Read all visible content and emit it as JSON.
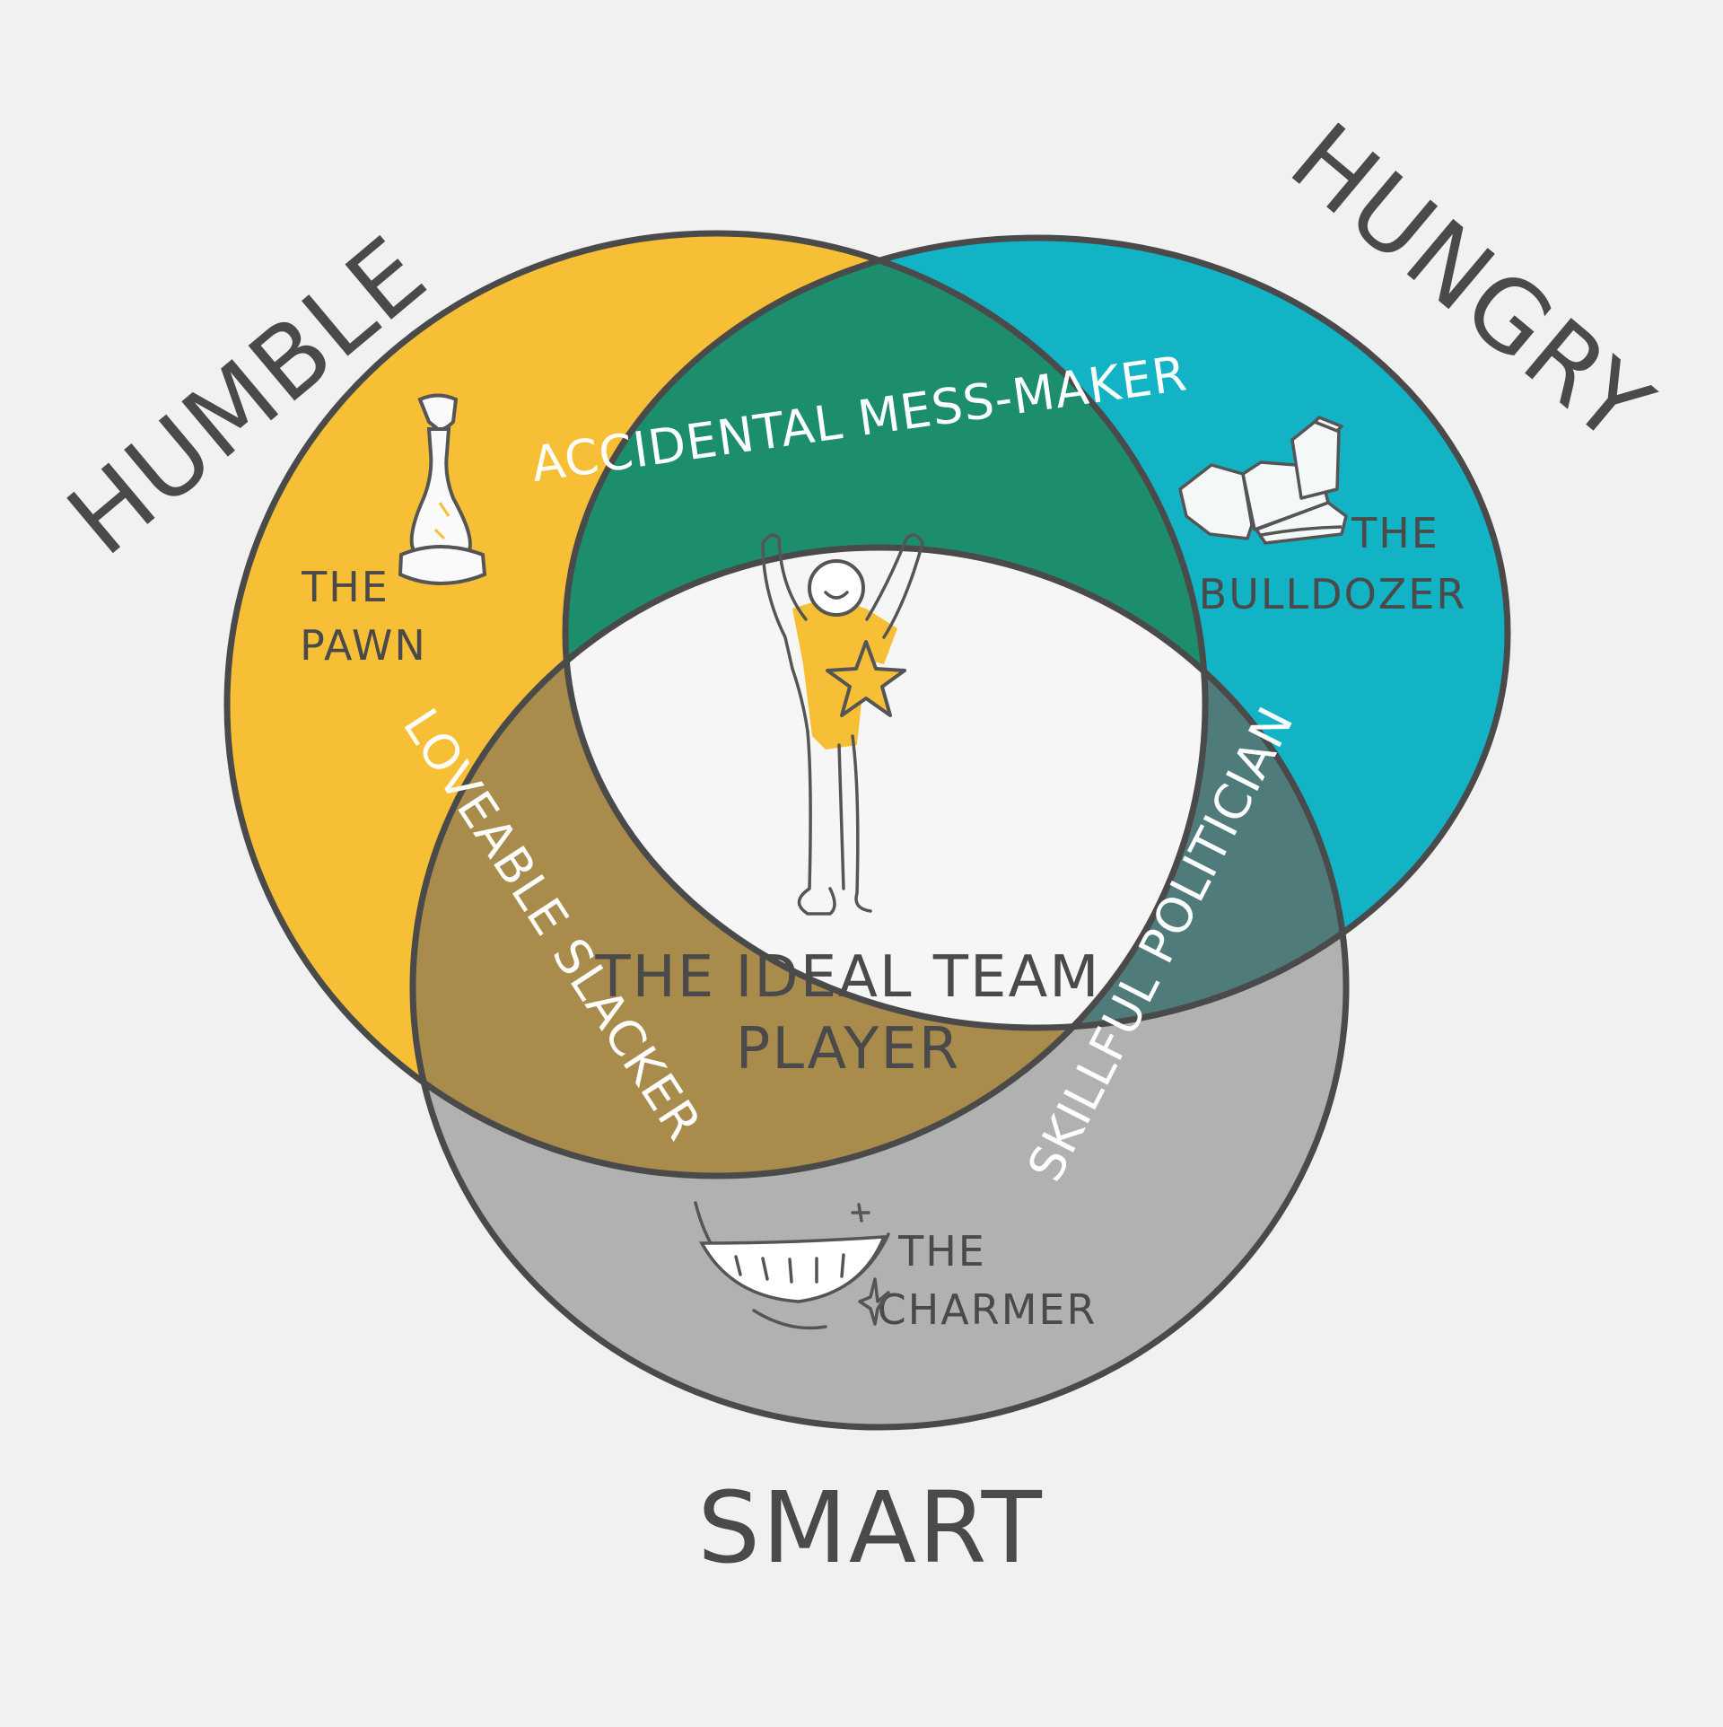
{
  "colors": {
    "background": "#f1f1f1",
    "humble": "#f7bf35",
    "hungry": "#12b3c5",
    "smart": "#b2b1b1",
    "humble_hungry": "#1c8e6d",
    "humble_smart": "#a98b4b",
    "hungry_smart": "#4f7b7b",
    "center": "#f6f6f6",
    "outline": "#4a4a4a"
  },
  "circles": {
    "humble": "HUMBLE",
    "hungry": "HUNGRY",
    "smart": "SMART"
  },
  "intersections": {
    "humble_hungry": "ACCIDENTAL MESS-MAKER",
    "humble_smart": "LOVEABLE SLACKER",
    "hungry_smart": "SKILLFUL POLITICIAN",
    "center_line1": "THE IDEAL TEAM",
    "center_line2": "PLAYER"
  },
  "archetypes": {
    "pawn": {
      "line1": "THE",
      "line2": "PAWN",
      "icon": "chess-pawn-icon"
    },
    "bulldozer": {
      "line1": "THE",
      "line2": "BULLDOZER",
      "icon": "bulldozer-icon"
    },
    "charmer": {
      "line1": "THE",
      "line2": "CHARMER",
      "icon": "smile-icon"
    }
  },
  "center_icon": "team-player-figure-icon"
}
